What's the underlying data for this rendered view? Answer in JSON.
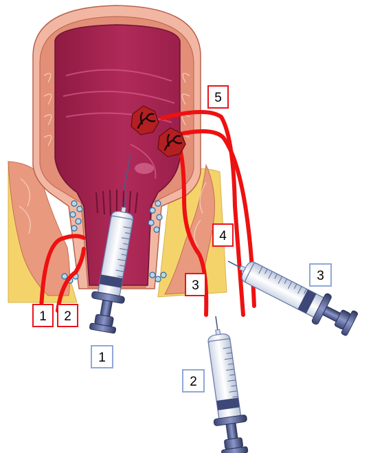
{
  "colors": {
    "red_label": "#e8141c",
    "blue_label": "#8ea8d8",
    "nerve": "#ee1111",
    "mucosa": "#a8234e",
    "mucosa_light": "#c7467a",
    "muscle": "#e8957a",
    "muscle_line": "#f8d2c0",
    "fat": "#f4d66a",
    "syringe_barrel": "#e8eef6",
    "syringe_plunger": "#4a5688"
  },
  "icons": {
    "syringe": "syringe-icon",
    "lesion": "vascular-lesion-icon"
  },
  "labels": {
    "red": [
      "1",
      "2",
      "3",
      "4",
      "5"
    ],
    "blue": [
      "1",
      "2",
      "3"
    ]
  }
}
